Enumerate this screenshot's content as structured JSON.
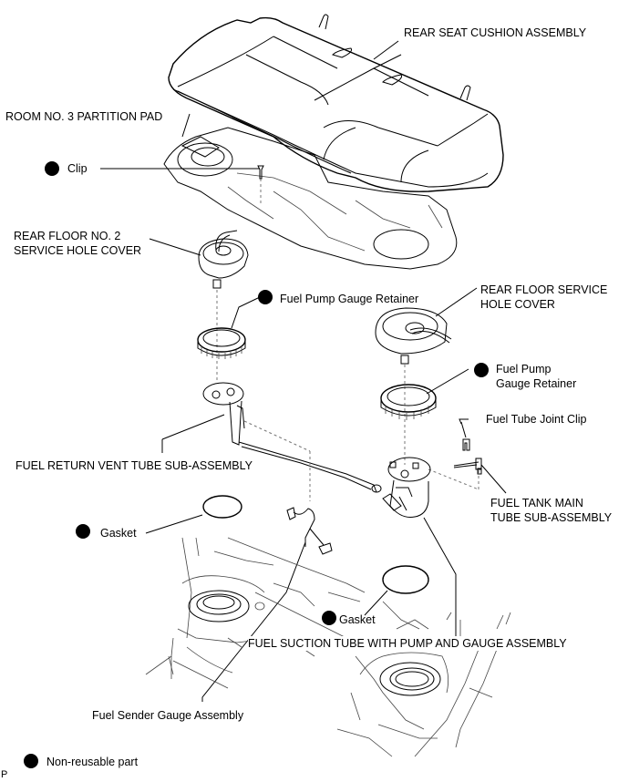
{
  "diagram": {
    "title": "Fuel Pump and Gauge Assembly - Exploded View",
    "labels": {
      "rear_seat_cushion": "REAR SEAT CUSHION ASSEMBLY",
      "partition_pad": "ROOM NO. 3 PARTITION PAD",
      "clip": "Clip",
      "rear_floor_no2_cover": "REAR FLOOR NO. 2\nSERVICE HOLE COVER",
      "retainer_left": "Fuel Pump Gauge Retainer",
      "rear_floor_cover": "REAR FLOOR SERVICE\nHOLE COVER",
      "retainer_right": "Fuel Pump\nGauge Retainer",
      "tube_joint_clip": "Fuel Tube Joint Clip",
      "return_vent_tube": "FUEL RETURN VENT TUBE SUB-ASSEMBLY",
      "main_tube": "FUEL TANK MAIN\nTUBE SUB-ASSEMBLY",
      "gasket_left": "Gasket",
      "gasket_right": "Gasket",
      "suction_tube": "FUEL SUCTION TUBE WITH PUMP AND GAUGE ASSEMBLY",
      "sender_gauge": "Fuel Sender Gauge Assembly"
    },
    "legend": {
      "symbol": "filled-circle",
      "text": "Non-reusable part"
    },
    "corner_mark": "P",
    "non_reusable_parts": [
      "Clip",
      "Fuel Pump Gauge Retainer (left)",
      "Fuel Pump Gauge Retainer (right)",
      "Gasket (left)",
      "Gasket (right)"
    ]
  }
}
